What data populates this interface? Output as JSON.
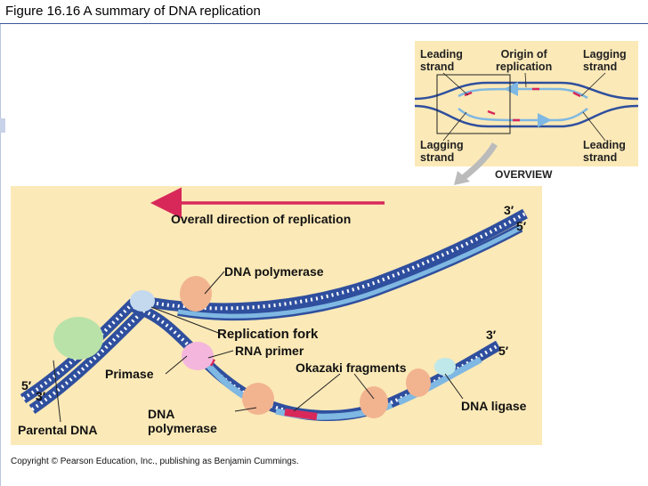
{
  "header": {
    "title": "Figure 16.16  A summary of DNA replication"
  },
  "overview": {
    "leading_top": "Leading\nstrand",
    "origin": "Origin of\nreplication",
    "lagging_top": "Lagging\nstrand",
    "lagging_bottom": "Lagging\nstrand",
    "leading_bottom": "Leading\nstrand",
    "caption": "OVERVIEW"
  },
  "main": {
    "direction": "Overall direction of replication",
    "dna_polymerase_top": "DNA polymerase",
    "replication_fork": "Replication fork",
    "rna_primer": "RNA primer",
    "okazaki": "Okazaki fragments",
    "primase": "Primase",
    "dna_ligase": "DNA ligase",
    "dna_polymerase_bottom": "DNA\npolymerase",
    "parental_dna": "Parental DNA",
    "end_3_top": "3′",
    "end_5_top": "5′",
    "end_3_mid": "3′",
    "end_5_mid": "5′",
    "end_5_left": "5′",
    "end_3_left": "3′"
  },
  "footer": {
    "copyright": "Copyright © Pearson Education, Inc., publishing as Benjamin Cummings."
  },
  "colors": {
    "dna_dark": "#2f4f9e",
    "dna_light": "#7fb8e2",
    "arrow": "#d8285a",
    "panel": "#fbe9b7"
  }
}
